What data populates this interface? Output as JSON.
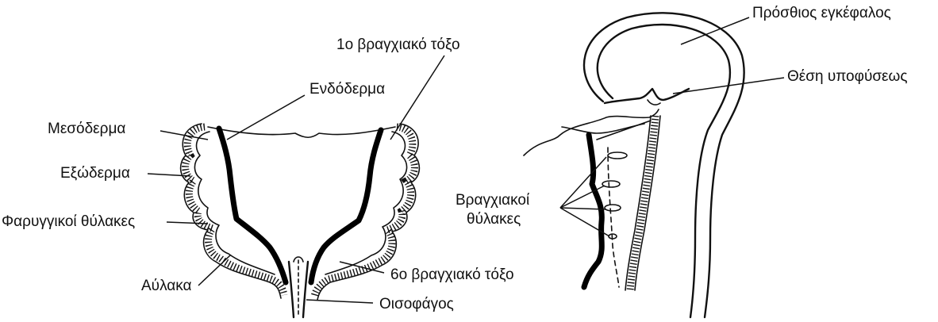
{
  "labels": {
    "mesoderm": "Μεσόδερμα",
    "ectoderm": "Εξώδερμα",
    "pharyngeal_pouches": "Φαρυγγικοί θύλακες",
    "groove": "Αύλακα",
    "endoderm": "Ενδόδερμα",
    "first_arch": "1ο βραγχιακό τόξο",
    "sixth_arch": "6ο βραγχιακό τόξο",
    "esophagus": "Οισοφάγος",
    "forebrain": "Πρόσθιος εγκέφαλος",
    "pituitary_site": "Θέση υποφύσεως",
    "branchial_pouches_line1": "Βραγχιακοί",
    "branchial_pouches_line2": "θύλακες"
  }
}
